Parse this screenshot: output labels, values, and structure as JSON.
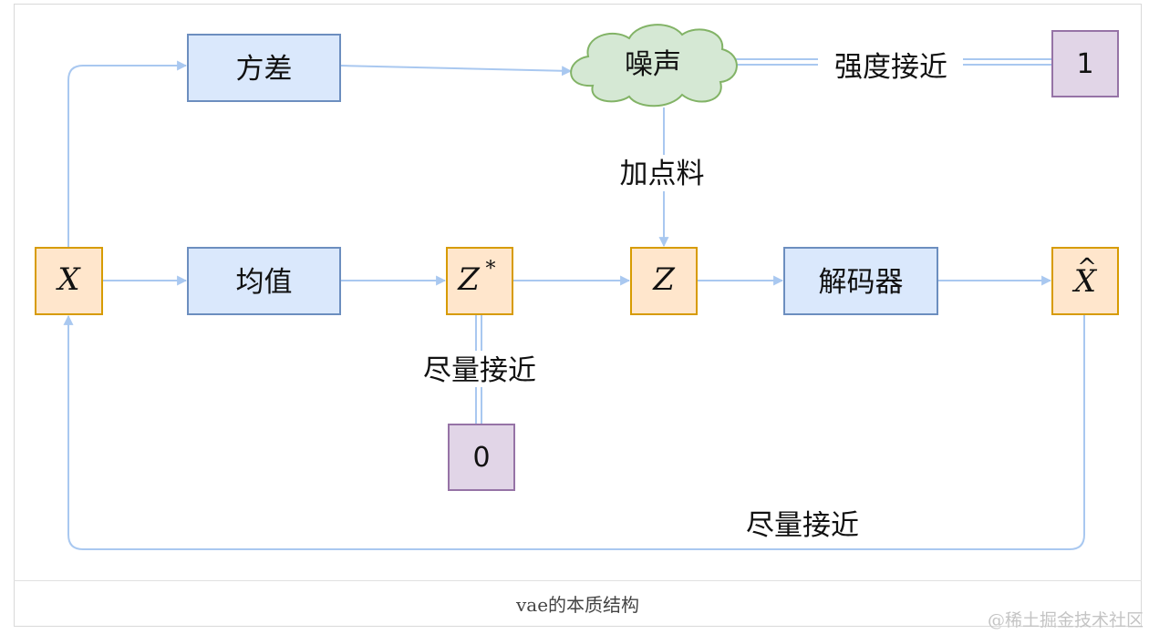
{
  "diagram": {
    "nodes": {
      "x_input": "X",
      "variance": "方差",
      "mean": "均值",
      "noise": "噪声",
      "z_star": "Z",
      "z_star_sup": "*",
      "z": "Z",
      "decoder": "解码器",
      "x_hat": "X",
      "x_hat_accent": "^",
      "one": "1",
      "zero": "0"
    },
    "edge_labels": {
      "noise_strength": "强度接近",
      "add_noise": "加点料",
      "zstar_to_zero": "尽量接近",
      "reconstruction": "尽量接近"
    },
    "colors": {
      "blue_fill": "#dae8fc",
      "blue_stroke": "#6c8ebf",
      "orange_fill": "#ffe6cc",
      "orange_stroke": "#d79b00",
      "purple_fill": "#e1d5e7",
      "purple_stroke": "#9673a6",
      "green_fill": "#d5e8d4",
      "green_stroke": "#82b366",
      "edge": "#a9c8f0"
    }
  },
  "caption": "vae的本质结构",
  "watermark": "@稀土掘金技术社区"
}
